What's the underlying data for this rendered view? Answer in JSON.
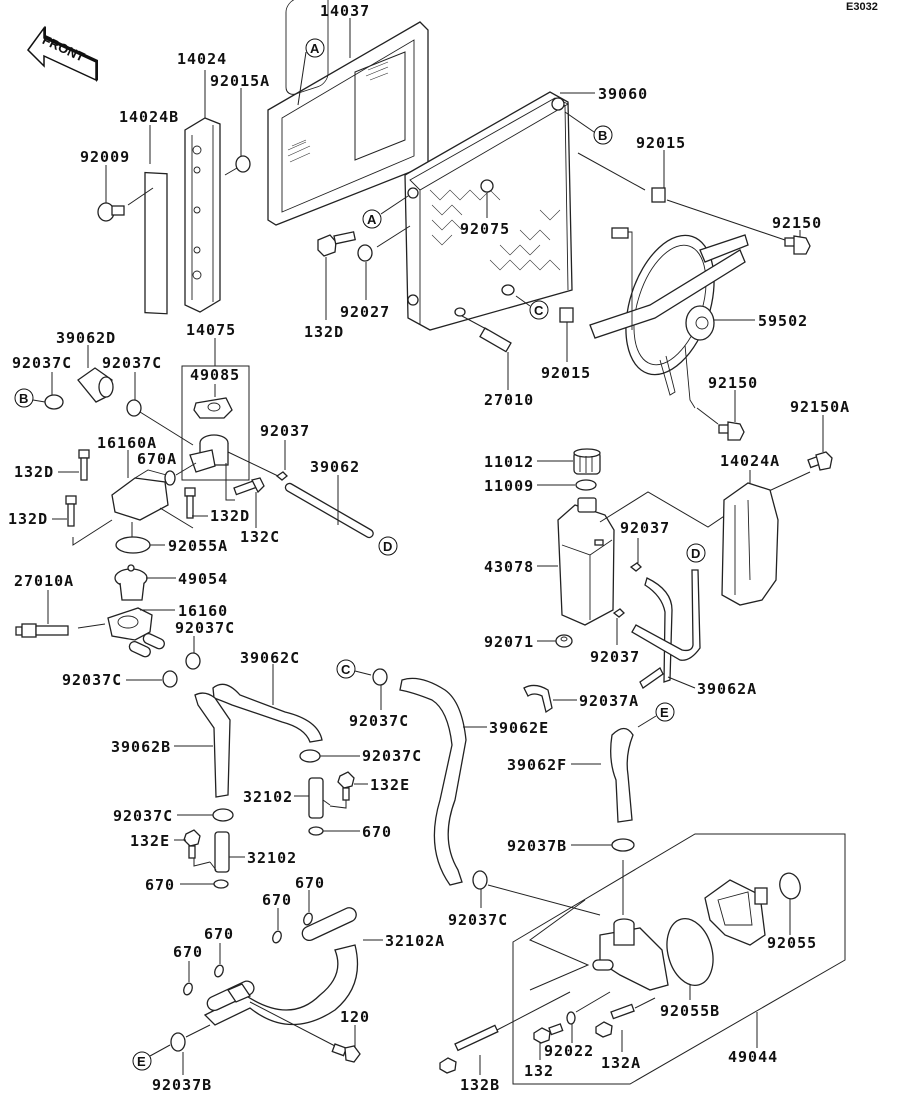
{
  "diagram": {
    "code": "E3032",
    "front_arrow": "FRONT",
    "callouts": [
      "A",
      "A",
      "B",
      "B",
      "C",
      "C",
      "D",
      "D",
      "E",
      "E"
    ],
    "labels": {
      "p14037": "14037",
      "p14024": "14024",
      "p92015A": "92015A",
      "p14024B": "14024B",
      "p92009": "92009",
      "p39060": "39060",
      "p92015a": "92015",
      "p92075": "92075",
      "p92150a": "92150",
      "p92027": "92027",
      "p132D_top": "132D",
      "p59502": "59502",
      "p92015b": "92015",
      "p27010": "27010",
      "p92150b": "92150",
      "p92150A": "92150A",
      "p14075": "14075",
      "p39062D": "39062D",
      "p92037C_1": "92037C",
      "p92037C_2": "92037C",
      "p49085": "49085",
      "p92037_1": "92037",
      "p16160A": "16160A",
      "p670A": "670A",
      "p39062": "39062",
      "p132D_1": "132D",
      "p132D_2": "132D",
      "p132D_3": "132D",
      "p132C": "132C",
      "p92055A": "92055A",
      "p11012": "11012",
      "p11009": "11009",
      "p14024A": "14024A",
      "p92037_2": "92037",
      "p43078": "43078",
      "p92071": "92071",
      "p92037_3": "92037",
      "p39062A": "39062A",
      "p27010A": "27010A",
      "p49054": "49054",
      "p16160": "16160",
      "p92037C_3": "92037C",
      "p92037C_4": "92037C",
      "p39062C": "39062C",
      "p92037C_5": "92037C",
      "p39062E": "39062E",
      "p92037A": "92037A",
      "p39062B": "39062B",
      "p92037C_6": "92037C",
      "p32102_1": "32102",
      "p132E_1": "132E",
      "p670_1": "670",
      "p92037C_7": "92037C",
      "p132E_2": "132E",
      "p32102_2": "32102",
      "p670_2": "670",
      "p39062F": "39062F",
      "p92037B_1": "92037B",
      "p670_3": "670",
      "p670_4": "670",
      "p670_5": "670",
      "p670_6": "670",
      "p32102A": "32102A",
      "p92037C_8": "92037C",
      "p92055": "92055",
      "p92055B": "92055B",
      "p120": "120",
      "p92022": "92022",
      "p132B": "132B",
      "p132": "132",
      "p132A": "132A",
      "p49044": "49044",
      "p92037B_2": "92037B"
    }
  }
}
